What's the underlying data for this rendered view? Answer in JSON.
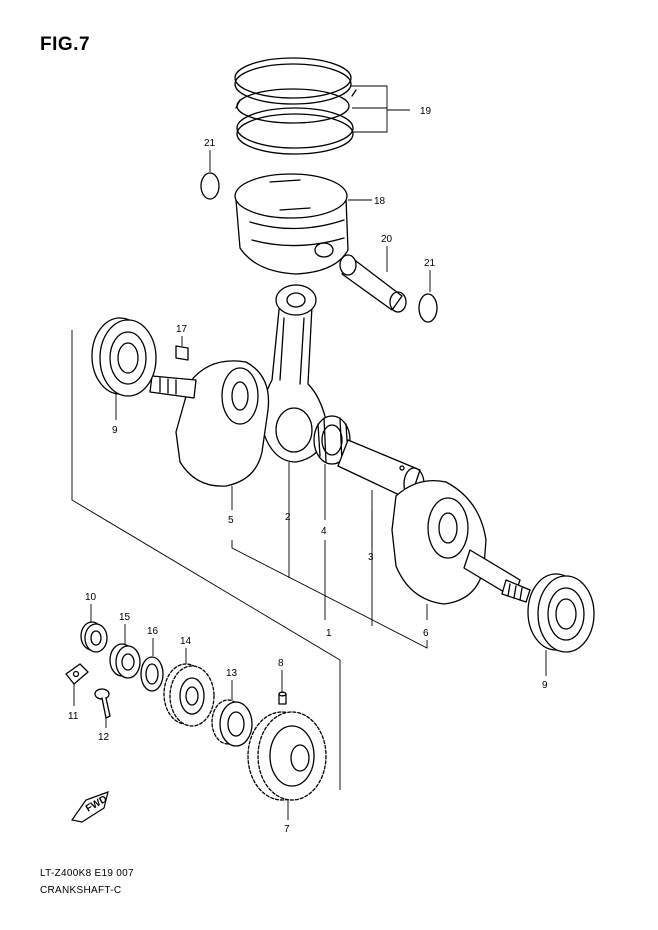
{
  "figure": {
    "title": "FIG.7"
  },
  "footer": {
    "model_code": "LT-Z400K8 E19  007",
    "section_name": "CRANKSHAFT-C"
  },
  "fwd_label": "FWD",
  "callouts": {
    "c1": "1",
    "c2": "2",
    "c3": "3",
    "c4": "4",
    "c5": "5",
    "c6": "6",
    "c7a": "7",
    "c8": "8",
    "c9a": "9",
    "c9b": "9",
    "c10": "10",
    "c11": "11",
    "c12": "12",
    "c13": "13",
    "c14": "14",
    "c15": "15",
    "c16": "16",
    "c17": "17",
    "c18": "18",
    "c19": "19",
    "c20": "20",
    "c21a": "21",
    "c21b": "21"
  }
}
